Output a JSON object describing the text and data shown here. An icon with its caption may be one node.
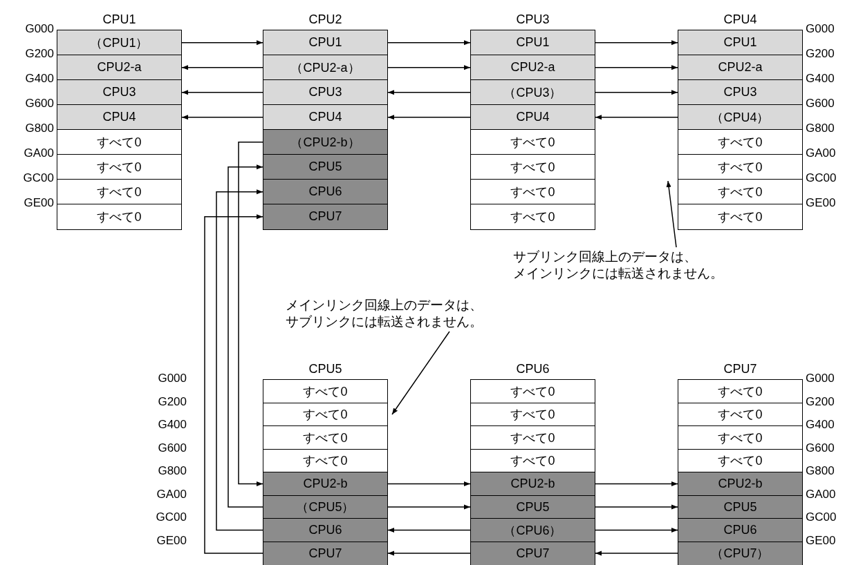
{
  "diagram": {
    "nodes": [
      {
        "text": [
          "CPU1"
        ]
      },
      {
        "text": [
          "（CPU1）"
        ],
        "in": 0
      },
      {
        "text": [
          "CPU2-a"
        ],
        "in": 0
      },
      {
        "text": [
          "CPU3"
        ],
        "in": 0
      },
      {
        "text": [
          "CPU4"
        ],
        "in": 0
      },
      {
        "text": [
          "すべて0"
        ],
        "in": 0
      },
      {
        "text": [
          "すべて0"
        ],
        "in": 0
      },
      {
        "text": [
          "すべて0"
        ],
        "in": 0
      },
      {
        "text": [
          "すべて0"
        ],
        "in": 0
      },
      {
        "text": [
          "CPU2"
        ]
      },
      {
        "text": [
          "CPU1"
        ],
        "in": 9
      },
      {
        "text": [
          "（CPU2-a）"
        ],
        "in": 9
      },
      {
        "text": [
          "CPU3"
        ],
        "in": 9
      },
      {
        "text": [
          "CPU4"
        ],
        "in": 9
      },
      {
        "text": [
          "（CPU2-b）"
        ],
        "in": 9
      },
      {
        "text": [
          "CPU5"
        ],
        "in": 9
      },
      {
        "text": [
          "CPU6"
        ],
        "in": 9
      },
      {
        "text": [
          "CPU7"
        ],
        "in": 9
      },
      {
        "text": [
          "CPU3"
        ]
      },
      {
        "text": [
          "CPU1"
        ],
        "in": 18
      },
      {
        "text": [
          "CPU2-a"
        ],
        "in": 18
      },
      {
        "text": [
          "（CPU3）"
        ],
        "in": 18
      },
      {
        "text": [
          "CPU4"
        ],
        "in": 18
      },
      {
        "text": [
          "すべて0"
        ],
        "in": 18
      },
      {
        "text": [
          "すべて0"
        ],
        "in": 18
      },
      {
        "text": [
          "すべて0"
        ],
        "in": 18
      },
      {
        "text": [
          "すべて0"
        ],
        "in": 18
      },
      {
        "text": [
          "CPU4"
        ]
      },
      {
        "text": [
          "CPU1"
        ],
        "in": 27
      },
      {
        "text": [
          "CPU2-a"
        ],
        "in": 27
      },
      {
        "text": [
          "CPU3"
        ],
        "in": 27
      },
      {
        "text": [
          "（CPU4）"
        ],
        "in": 27
      },
      {
        "text": [
          "すべて0"
        ],
        "in": 27
      },
      {
        "text": [
          "すべて0"
        ],
        "in": 27
      },
      {
        "text": [
          "すべて0"
        ],
        "in": 27
      },
      {
        "text": [
          "すべて0"
        ],
        "in": 27
      },
      {
        "text": [
          "サブリンク回線上のデータは、メインリンクには転送されません。"
        ]
      },
      {
        "text": [
          "メインリンク回線上のデータは、サブリンクには転送されません。"
        ]
      },
      {
        "text": [
          "CPU5"
        ]
      },
      {
        "text": [
          "すべて0"
        ],
        "in": 38
      },
      {
        "text": [
          "すべて0"
        ],
        "in": 38
      },
      {
        "text": [
          "すべて0"
        ],
        "in": 38
      },
      {
        "text": [
          "すべて0"
        ],
        "in": 38
      },
      {
        "text": [
          "CPU2-b"
        ],
        "in": 38
      },
      {
        "text": [
          "（CPU5）"
        ],
        "in": 38
      },
      {
        "text": [
          "CPU6"
        ],
        "in": 38
      },
      {
        "text": [
          "CPU7"
        ],
        "in": 38
      },
      {
        "text": [
          "CPU6"
        ]
      },
      {
        "text": [
          "すべて0"
        ],
        "in": 47
      },
      {
        "text": [
          "すべて0"
        ],
        "in": 47
      },
      {
        "text": [
          "すべて0"
        ],
        "in": 47
      },
      {
        "text": [
          "すべて0"
        ],
        "in": 47
      },
      {
        "text": [
          "CPU2-b"
        ],
        "in": 47
      },
      {
        "text": [
          "CPU5"
        ],
        "in": 47
      },
      {
        "text": [
          "（CPU6）"
        ],
        "in": 47
      },
      {
        "text": [
          "CPU7"
        ],
        "in": 47
      },
      {
        "text": [
          "CPU7"
        ]
      },
      {
        "text": [
          "すべて0"
        ],
        "in": 56
      },
      {
        "text": [
          "すべて0"
        ],
        "in": 56
      },
      {
        "text": [
          "すべて0"
        ],
        "in": 56
      },
      {
        "text": [
          "すべて0"
        ],
        "in": 56
      },
      {
        "text": [
          "CPU2-b"
        ],
        "in": 56
      },
      {
        "text": [
          "CPU5"
        ],
        "in": 56
      },
      {
        "text": [
          "CPU6"
        ],
        "in": 56
      },
      {
        "text": [
          "（CPU7）"
        ],
        "in": 56
      }
    ],
    "edges": [
      {
        "from": 1,
        "to": 10,
        "arrow": "to"
      },
      {
        "from": 10,
        "to": 19,
        "arrow": "to"
      },
      {
        "from": 19,
        "to": 28,
        "arrow": "to"
      },
      {
        "from": 11,
        "to": 2,
        "arrow": "to"
      },
      {
        "from": 11,
        "to": 20,
        "arrow": "to"
      },
      {
        "from": 20,
        "to": 29,
        "arrow": "to"
      },
      {
        "from": 21,
        "to": 12,
        "arrow": "to"
      },
      {
        "from": 12,
        "to": 3,
        "arrow": "to"
      },
      {
        "from": 21,
        "to": 30,
        "arrow": "to"
      },
      {
        "from": 31,
        "to": 22,
        "arrow": "to"
      },
      {
        "from": 22,
        "to": 13,
        "arrow": "to"
      },
      {
        "from": 13,
        "to": 4,
        "arrow": "to"
      },
      {
        "from": 14,
        "to": 43,
        "arrow": "to"
      },
      {
        "from": 44,
        "to": 15,
        "arrow": "to"
      },
      {
        "from": 45,
        "to": 16,
        "arrow": "to"
      },
      {
        "from": 46,
        "to": 17,
        "arrow": "to"
      },
      {
        "from": 43,
        "to": 52,
        "arrow": "to"
      },
      {
        "from": 52,
        "to": 61,
        "arrow": "to"
      },
      {
        "from": 44,
        "to": 53,
        "arrow": "to"
      },
      {
        "from": 53,
        "to": 62,
        "arrow": "to"
      },
      {
        "from": 54,
        "to": 45,
        "arrow": "to"
      },
      {
        "from": 54,
        "to": 63,
        "arrow": "to"
      },
      {
        "from": 64,
        "to": 55,
        "arrow": "to"
      },
      {
        "from": 55,
        "to": 46,
        "arrow": "to"
      },
      {
        "from": 36,
        "to": 27,
        "arrow": "to"
      },
      {
        "from": 37,
        "to": 38,
        "arrow": "to"
      }
    ],
    "labels": [
      "G000",
      "G200",
      "G400",
      "G600",
      "G800",
      "GA00",
      "GC00",
      "GE00",
      "G000",
      "G200",
      "G400",
      "G600",
      "G800",
      "GA00",
      "GC00",
      "GE00",
      "G000",
      "G200",
      "G400",
      "G600",
      "G800",
      "GA00",
      "GC00",
      "GE00",
      "G000",
      "G200",
      "G400",
      "G600",
      "G800",
      "GA00",
      "GC00",
      "GE00"
    ]
  }
}
